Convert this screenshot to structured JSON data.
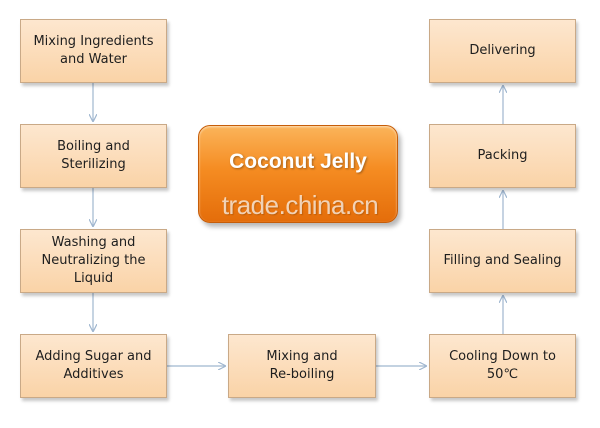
{
  "title": "Coconut Jelly",
  "watermark": "trade.china.cn",
  "colors": {
    "step_fill_top": "#fde7cf",
    "step_fill_bottom": "#fad3a7",
    "step_border": "#c9a987",
    "title_fill": "#f58c22",
    "arrow": "#9fb6cf"
  },
  "steps": {
    "mixing_ingredients": [
      "Mixing Ingredients",
      "and Water"
    ],
    "boiling": [
      "Boiling and",
      "Sterilizing"
    ],
    "washing": [
      "Washing and",
      "Neutralizing the",
      "Liquid"
    ],
    "adding_sugar": [
      "Adding Sugar and",
      "Additives"
    ],
    "reboiling": [
      "Mixing and",
      "Re-boiling"
    ],
    "cooling": [
      "Cooling Down to",
      "50℃"
    ],
    "filling": [
      "Filling and Sealing"
    ],
    "packing": [
      "Packing"
    ],
    "delivering": [
      "Delivering"
    ]
  }
}
